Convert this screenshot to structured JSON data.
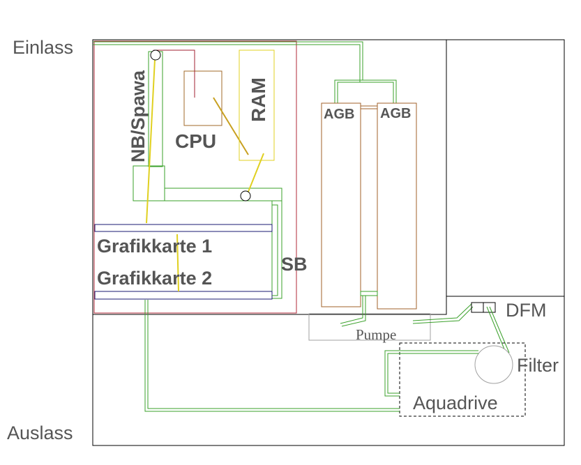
{
  "labels": {
    "einlass": "Einlass",
    "auslass": "Auslass",
    "nb_spawa": "NB/Spawa",
    "cpu": "CPU",
    "ram": "RAM",
    "agb_left": "AGB",
    "agb_right": "AGB",
    "grafikkarte_1": "Grafikkarte 1",
    "grafikkarte_2": "Grafikkarte 2",
    "sb": "SB",
    "pumpe": "Pumpe",
    "dfm": "DFM",
    "filter": "Filter",
    "aquadrive": "Aquadrive"
  },
  "colors": {
    "outline": "#000000",
    "mainboard": "#b0283a",
    "tube_green": "#3aa02a",
    "connector_yellow": "#e0d020",
    "agb_brown": "#a0622a",
    "cpu_brown": "#a06a2a",
    "pump_gray": "#a0a0a0",
    "card_blue": "#1a1a70",
    "text": "#555555"
  }
}
